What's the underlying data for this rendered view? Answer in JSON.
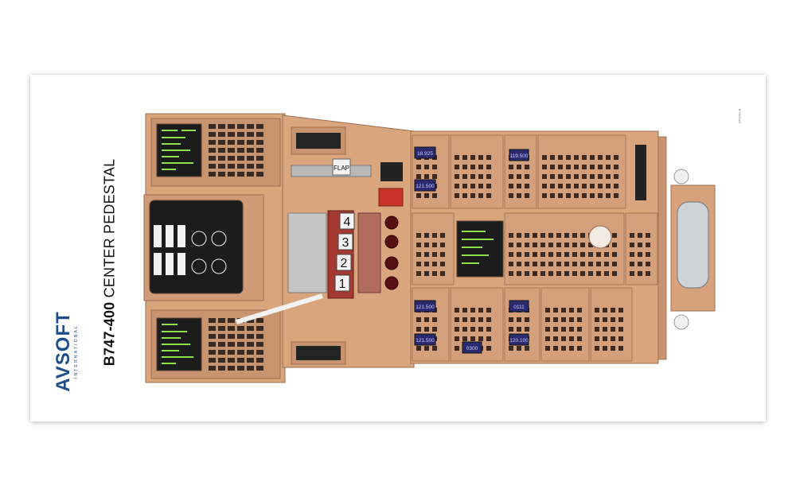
{
  "poster": {
    "title_prefix": "B747-400",
    "title_rest": " CENTER PEDESTAL",
    "brand": "AVSOFT",
    "brand_sub": "INTERNATIONAL",
    "ref_code": "SP5051-B"
  },
  "pedestal": {
    "thrust_lever_numbers": [
      "1",
      "2",
      "3",
      "4"
    ],
    "flap_plate": "FLAP",
    "radio_panels": [
      "18.925",
      "121.500",
      "121.500",
      "121.500",
      "119.500",
      "0111",
      "120.100",
      "0300"
    ],
    "colors": {
      "panel": "#d9a57d",
      "panel_dark": "#b98462",
      "screen": "#1c1c1c",
      "green_text": "#8de14b",
      "freq_display": "#2a2b6e"
    }
  }
}
